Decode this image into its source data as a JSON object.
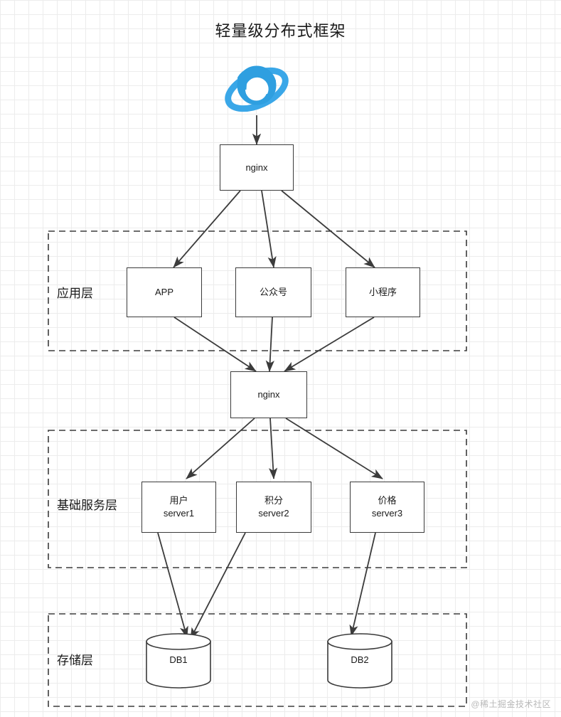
{
  "diagram": {
    "title": "轻量级分布式框架",
    "watermark": "@稀土掘金技术社区",
    "browser_icon": "internet-explorer-logo",
    "nodes": [
      {
        "id": "nginx-top",
        "label": "nginx",
        "sublabel": ""
      },
      {
        "id": "app",
        "label": "APP",
        "sublabel": ""
      },
      {
        "id": "official-account",
        "label": "公众号",
        "sublabel": ""
      },
      {
        "id": "mini-program",
        "label": "小程序",
        "sublabel": ""
      },
      {
        "id": "nginx-mid",
        "label": "nginx",
        "sublabel": ""
      },
      {
        "id": "user-service",
        "label": "用户",
        "sublabel": "server1"
      },
      {
        "id": "points-service",
        "label": "积分",
        "sublabel": "server2"
      },
      {
        "id": "price-service",
        "label": "价格",
        "sublabel": "server3"
      },
      {
        "id": "db1",
        "label": "DB1",
        "sublabel": ""
      },
      {
        "id": "db2",
        "label": "DB2",
        "sublabel": ""
      }
    ],
    "groups": [
      {
        "id": "application-layer",
        "label": "应用层"
      },
      {
        "id": "base-service-layer",
        "label": "基础服务层"
      },
      {
        "id": "storage-layer",
        "label": "存储层"
      }
    ],
    "colors": {
      "grid": "#ececec",
      "node_border": "#3b3b3b",
      "group_border": "#3b3b3b",
      "arrow": "#3b3b3b",
      "text": "#1a1a1a",
      "watermark": "#b9b9b9",
      "ie_blue": "#2f9fe0"
    }
  }
}
